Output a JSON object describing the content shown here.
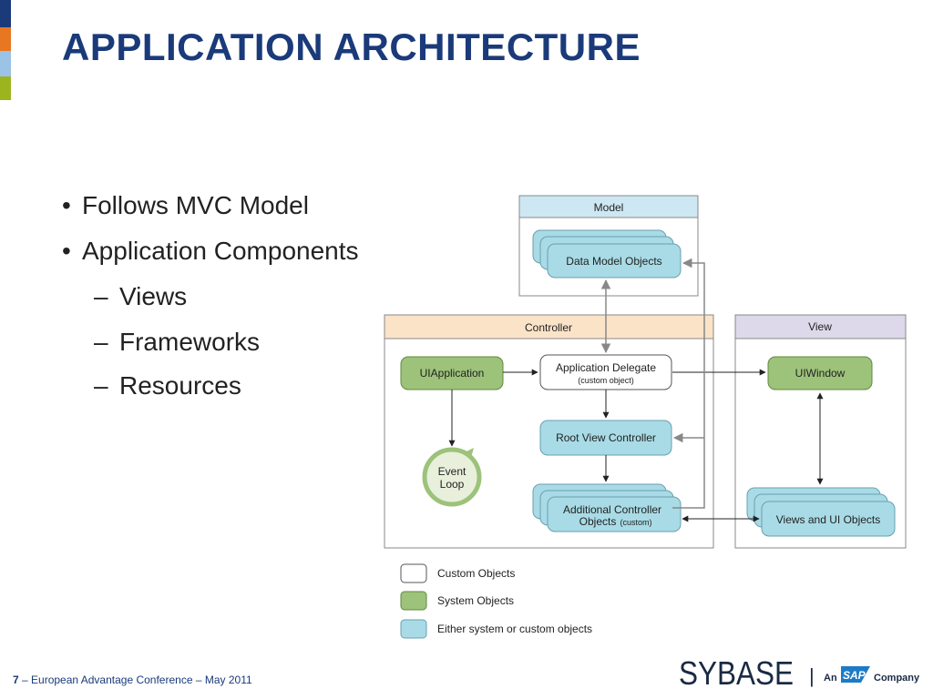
{
  "slide": {
    "title": "APPLICATION ARCHITECTURE",
    "bullets": [
      {
        "text": "Follows MVC Model"
      },
      {
        "text": "Application Components"
      }
    ],
    "subbullets": [
      {
        "text": "Views"
      },
      {
        "text": "Frameworks"
      },
      {
        "text": "Resources"
      }
    ],
    "accent_colors": [
      "#1a3a7a",
      "#e87722",
      "#9ac3e6",
      "#9cb51e"
    ]
  },
  "diagram": {
    "model_label": "Model",
    "controller_label": "Controller",
    "view_label": "View",
    "data_model_objects": "Data Model Objects",
    "ui_application": "UIApplication",
    "app_delegate": "Application Delegate",
    "app_delegate_sub": "(custom object)",
    "ui_window": "UIWindow",
    "root_view_controller": "Root View Controller",
    "event_loop_1": "Event",
    "event_loop_2": "Loop",
    "additional_1": "Additional Controller",
    "additional_2": "Objects",
    "additional_sub": "(custom)",
    "views_ui_objects": "Views and UI Objects",
    "legend": {
      "custom": "Custom Objects",
      "system": "System Objects",
      "either": "Either system or custom objects"
    },
    "colors": {
      "system": "#9dc27a",
      "either": "#a8dbe6",
      "custom": "#ffffff",
      "model_header": "#cde8f2",
      "controller_header": "#fbe3c8",
      "view_header": "#ddd8ea"
    }
  },
  "footer": {
    "page_number": "7",
    "text": " – European Advantage Conference – May 2011"
  },
  "logo": {
    "brand": "SYBASE",
    "separator": "|",
    "an": "An",
    "sap": "SAP",
    "company": "Company"
  }
}
